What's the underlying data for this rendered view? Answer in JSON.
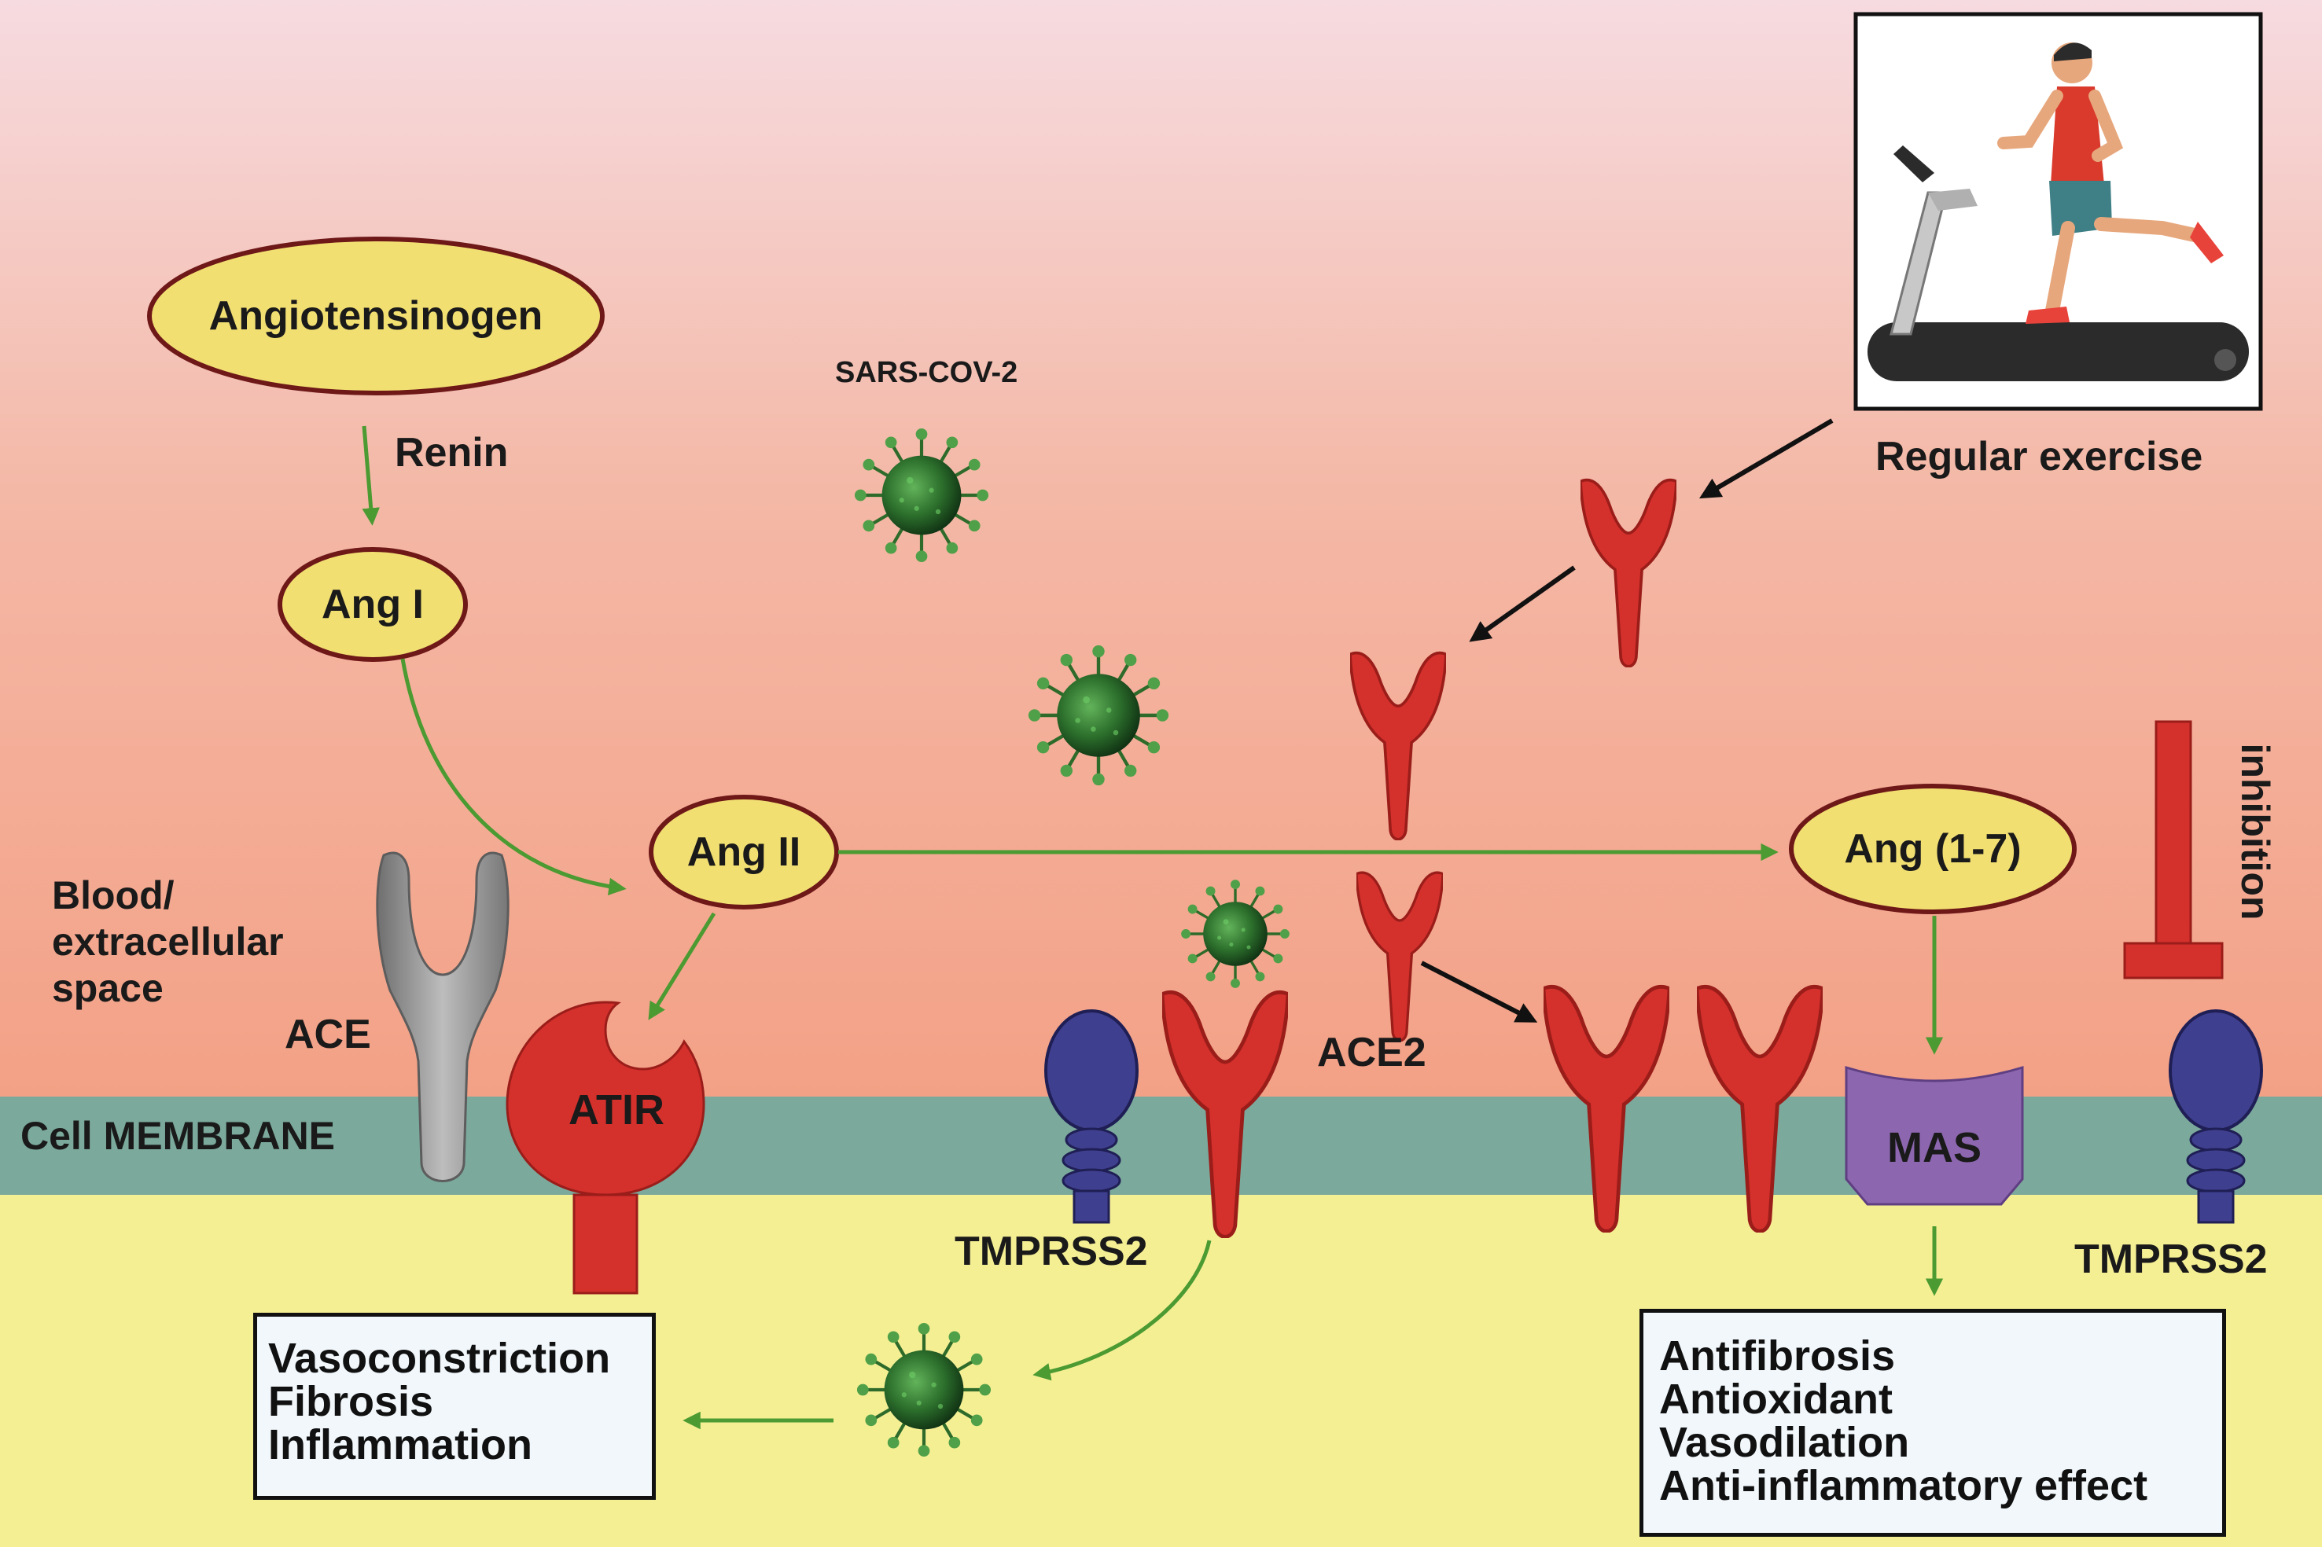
{
  "nodes": {
    "angiotensinogen": "Angiotensinogen",
    "ang1": "Ang I",
    "ang2": "Ang II",
    "ang17": "Ang (1-7)"
  },
  "labels": {
    "renin": "Renin",
    "sars": "SARS-COV-2",
    "regular_exercise": "Regular exercise",
    "blood_line1": "Blood/",
    "blood_line2": "extracellular",
    "blood_line3": "space",
    "ace": "ACE",
    "cell_membrane": "Cell MEMBRANE",
    "atir": "ATIR",
    "tmprss2_left": "TMPRSS2",
    "ace2": "ACE2",
    "mas": "MAS",
    "tmprss2_right": "TMPRSS2",
    "inhibition": "inhibition"
  },
  "left_box": [
    "Vasoconstriction",
    "Fibrosis",
    "Inflammation"
  ],
  "right_box": [
    "Antifibrosis",
    "Antioxidant",
    "Vasodilation",
    "Anti-inflammatory effect"
  ],
  "colors": {
    "top_background": "#f6dbe0",
    "mid_background": "#f3a88c",
    "membrane": "#7ba99c",
    "cytoplasm": "#f5ef94",
    "node_fill": "#f2df72",
    "node_border": "#6e1818",
    "receptor_red": "#d4302c",
    "ace_grey": "#8c8c8c",
    "tmprss2_blue": "#3f3f8f",
    "mas_purple": "#8c67b0",
    "virus_green": "#2e7d32",
    "arrow_green": "#4b9a32",
    "arrow_black": "#111111"
  }
}
